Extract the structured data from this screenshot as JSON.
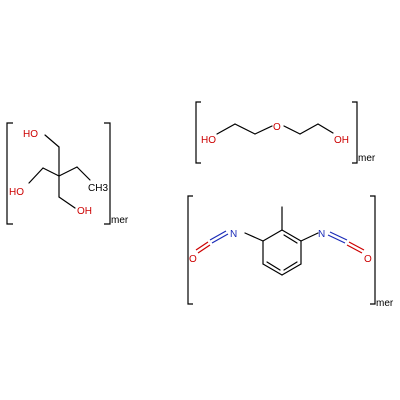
{
  "atoms": {
    "oxygen_hydroxyl": "HO",
    "hydroxyl_right": "OH",
    "oxygen": "O",
    "nitrogen": "N",
    "methyl": "CH3"
  },
  "bracket_subscript": "mer",
  "colors": {
    "bond": "#000000",
    "oxygen": "#cc0000",
    "nitrogen": "#1a2bb8",
    "background": "#ffffff"
  }
}
